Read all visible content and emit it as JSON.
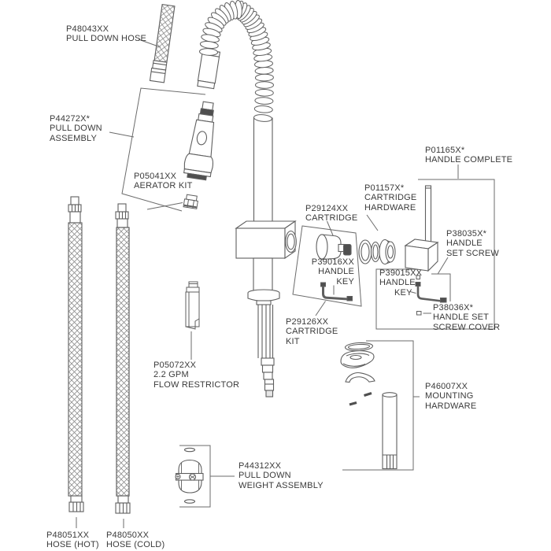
{
  "diagram_type": "faucet-exploded-parts-diagram",
  "colors": {
    "background": "#ffffff",
    "line": "#5f5f5f",
    "leader": "#6b6b6b",
    "text": "#3a3a3a",
    "dark_fill": "#4f4f4f"
  },
  "labels": {
    "p48043": {
      "lines": [
        "P48043XX",
        "PULL DOWN HOSE"
      ]
    },
    "p44272": {
      "lines": [
        "P44272X*",
        "PULL DOWN",
        "ASSEMBLY"
      ]
    },
    "p05041": {
      "lines": [
        "P05041XX",
        "AERATOR KIT"
      ]
    },
    "p01165": {
      "lines": [
        "P01165X*",
        "HANDLE COMPLETE"
      ]
    },
    "p01157": {
      "lines": [
        "P01157X*",
        "CARTRIDGE",
        "HARDWARE"
      ]
    },
    "p29124": {
      "lines": [
        "P29124XX",
        "CARTRIDGE"
      ]
    },
    "p38035": {
      "lines": [
        "P38035X*",
        "HANDLE",
        "SET SCREW"
      ]
    },
    "p39016": {
      "lines": [
        "P39016XX",
        "HANDLE",
        "KEY"
      ]
    },
    "p39015": {
      "lines": [
        "P39015XX",
        "HANDLE",
        "KEY"
      ]
    },
    "p38036": {
      "lines": [
        "P38036X*",
        "HANDLE SET",
        "SCREW COVER"
      ]
    },
    "p29126": {
      "lines": [
        "P29126XX",
        "CARTRIDGE",
        "KIT"
      ]
    },
    "p05072": {
      "lines": [
        "P05072XX",
        "2.2 GPM",
        "FLOW RESTRICTOR"
      ]
    },
    "p46007": {
      "lines": [
        "P46007XX",
        "MOUNTING",
        "HARDWARE"
      ]
    },
    "p44312": {
      "lines": [
        "P44312XX",
        "PULL DOWN",
        "WEIGHT ASSEMBLY"
      ]
    },
    "p48051": {
      "lines": [
        "P48051XX",
        "HOSE (HOT)"
      ]
    },
    "p48050": {
      "lines": [
        "P48050XX",
        "HOSE (COLD)"
      ]
    }
  }
}
